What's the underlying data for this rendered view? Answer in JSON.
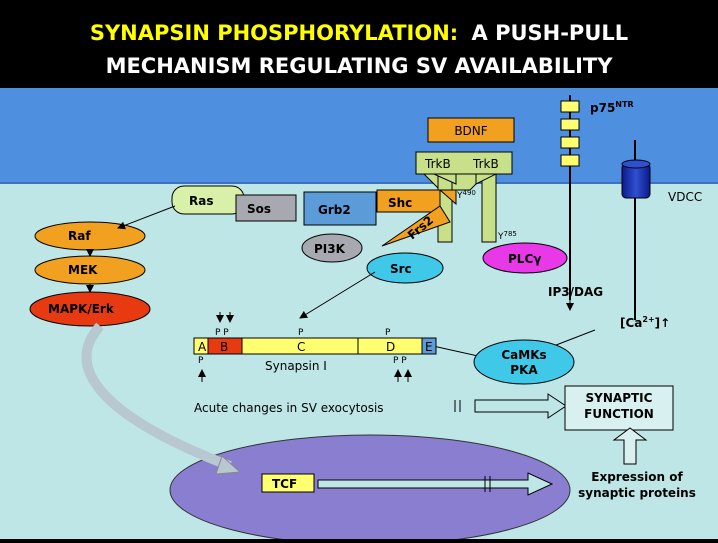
{
  "title": {
    "line1_part1": "SYNAPSIN PHOSPHORYLATION:",
    "line1_part2": "A PUSH-PULL",
    "line2": "MECHANISM REGULATING SV AVAILABILITY"
  },
  "membrane": {
    "bdnf": "BDNF",
    "trkb_left": "TrkB",
    "trkb_right": "TrkB",
    "p75": "p75",
    "p75_sup": "NTR",
    "vdcc": "VDCC",
    "y490": "Y",
    "y490_sup": "490",
    "y785": "Y",
    "y785_sup": "785"
  },
  "signaling": {
    "ras": "Ras",
    "sos": "Sos",
    "grb2": "Grb2",
    "shc": "Shc",
    "frs2": "Frs2",
    "pi3k": "PI3K",
    "src": "Src",
    "plc": "PLCγ",
    "raf": "Raf",
    "mek": "MEK",
    "mapk": "MAPK/Erk",
    "ip3dag": "IP3/DAG",
    "ca": "[Ca",
    "ca_sup": "2+",
    "ca_end": "]",
    "camks_line1": "CaMKs",
    "camks_line2": "PKA"
  },
  "synapsin": {
    "domains": [
      "A",
      "B",
      "C",
      "D",
      "E"
    ],
    "name": "Synapsin I",
    "p_top_b": "P P",
    "p_top_c": "P",
    "p_top_d": "P",
    "p_bot_a": "P",
    "p_bot_d": "P P"
  },
  "outcomes": {
    "acute": "Acute changes in SV exocytosis",
    "synaptic_line1": "SYNAPTIC",
    "synaptic_line2": "FUNCTION",
    "expression_line1": "Expression of",
    "expression_line2": "synaptic proteins",
    "tcf": "TCF"
  },
  "colors": {
    "title_bg": "#000000",
    "title_text": "#ffff00",
    "extracellular": "#4f8fe0",
    "cytoplasm": "#bfe6e6",
    "receptor": "#c8e08a",
    "orange": "#f2a020",
    "grey": "#a8a8b0",
    "blue_box": "#5a9bd8",
    "cyan": "#40c8e8",
    "magenta": "#e838e8",
    "red": "#e83a10",
    "yellow": "#ffff70",
    "nucleus": "#8a7ed0"
  }
}
